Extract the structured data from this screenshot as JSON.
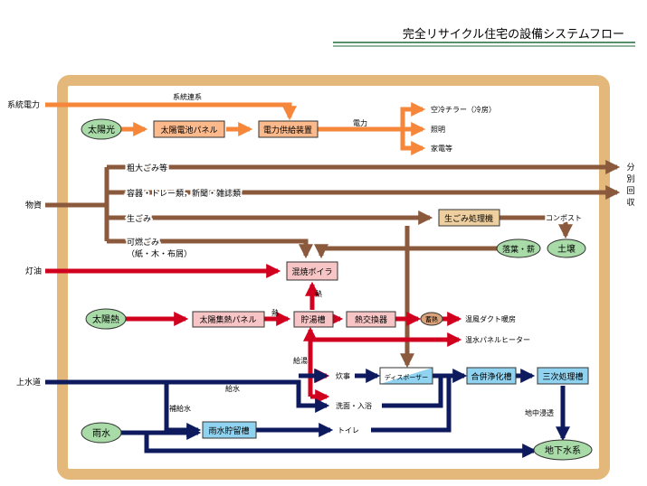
{
  "title": "完全リサイクル住宅の設備システムフロー",
  "colors": {
    "frame": "#e3b87a",
    "electric": "#f5863a",
    "material": "#8b5a3c",
    "heat": "#d1001f",
    "water": "#0d1a5e",
    "node_orange": "#fbb98c",
    "node_pink": "#f7c5c5",
    "node_blue": "#8fd3f0",
    "node_green": "#a8dba8",
    "node_tan": "#eecf9f"
  },
  "inputs": {
    "grid_power": "系統電力",
    "materials": "物資",
    "kerosene": "灯油",
    "water_supply": "上水道"
  },
  "nodes": {
    "solar_light": "太陽光",
    "pv_panel": "太陽電池パネル",
    "power_supply": "電力供給装置",
    "food_waste": "生ごみ処理機",
    "soil": "土壌",
    "leaves": "落葉・薪",
    "boiler": "混焼ボイラ",
    "solar_heat": "太陽熱",
    "collector": "太陽集熱パネル",
    "hot_tank": "貯湯槽",
    "heat_exchanger": "熱交換器",
    "heat_dot": "蓄熱",
    "disposer": "ディスポーザー",
    "septic": "合併浄化槽",
    "tertiary": "三次処理槽",
    "rain": "雨水",
    "rain_tank": "雨水貯留槽",
    "groundwater": "地下水系"
  },
  "labels": {
    "grid_link": "系統連系",
    "power": "電力",
    "ac": "空冷チラー（冷房）",
    "lighting": "照明",
    "appliances": "家電等",
    "bulky": "粗大ごみ等",
    "containers": "容器・トレー類，新聞・雑誌類",
    "kitchen_waste": "生ごみ",
    "compost": "コンポスト",
    "burnable": "可燃ごみ",
    "burnable_sub": "（紙・木・布屑）",
    "heat1": "熱",
    "heat2": "熱",
    "heat3": "熱",
    "hot_air": "温風ダクト暖房",
    "hot_water_panel": "温水パネルヒーター",
    "hot_supply": "給湯",
    "cooking": "炊事",
    "washing": "洗面・入浴",
    "toilet": "トイレ",
    "water_feed": "給水",
    "supplementary": "補給水",
    "infiltration": "地中浸透"
  },
  "separate_collection": [
    "分",
    "別",
    "回",
    "収"
  ]
}
